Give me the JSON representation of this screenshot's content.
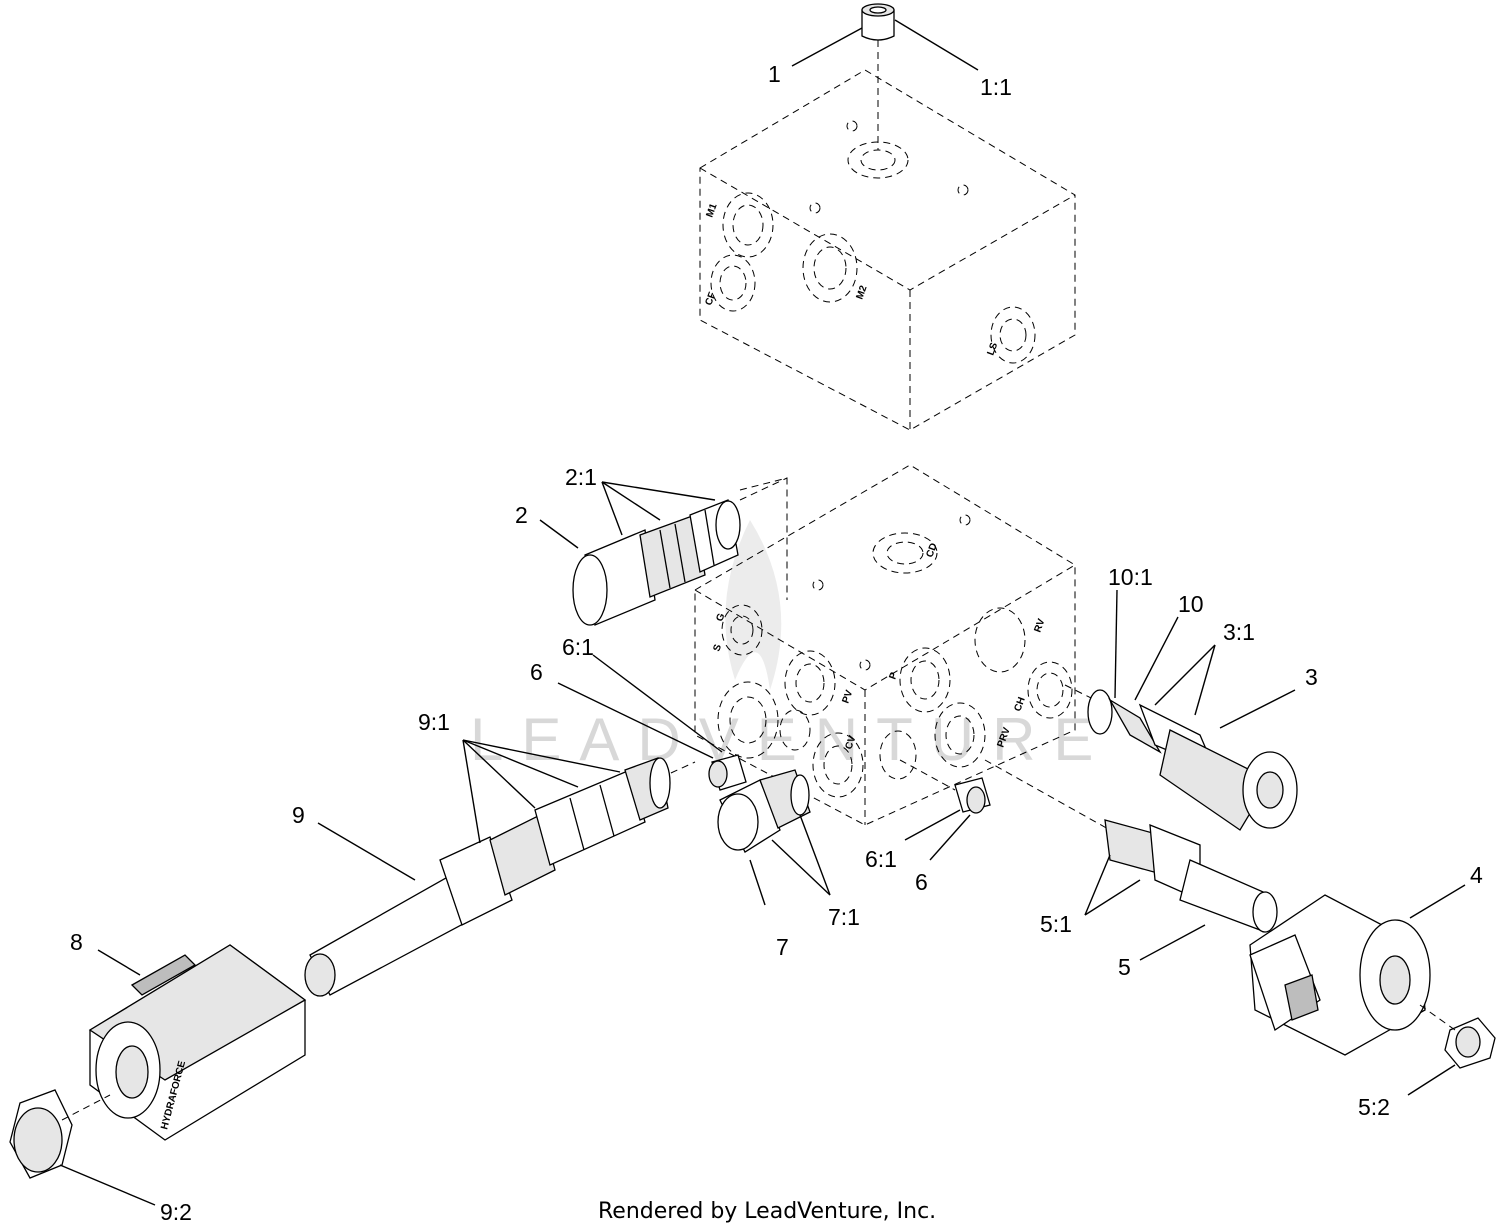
{
  "callouts": {
    "c1": "1",
    "c1_1": "1:1",
    "c2": "2",
    "c2_1": "2:1",
    "c3": "3",
    "c3_1": "3:1",
    "c4": "4",
    "c5": "5",
    "c5_1": "5:1",
    "c5_2": "5:2",
    "c6a": "6",
    "c6_1a": "6:1",
    "c6b": "6",
    "c6_1b": "6:1",
    "c7": "7",
    "c7_1": "7:1",
    "c8": "8",
    "c9": "9",
    "c9_1": "9:1",
    "c9_2": "9:2",
    "c10": "10",
    "c10_1": "10:1"
  },
  "ports": {
    "m1": "M1",
    "m2": "M2",
    "cf": "CF",
    "ls": "LS",
    "g": "G",
    "s": "S",
    "pv": "PV",
    "cv": "CV",
    "p": "P",
    "prv": "PRV",
    "rv": "RV",
    "ch": "CH",
    "cd": "CD"
  },
  "coil_brand": "HYDRAFORCE",
  "watermark": "LEADVENTURE",
  "footer": "Rendered by LeadVenture, Inc."
}
